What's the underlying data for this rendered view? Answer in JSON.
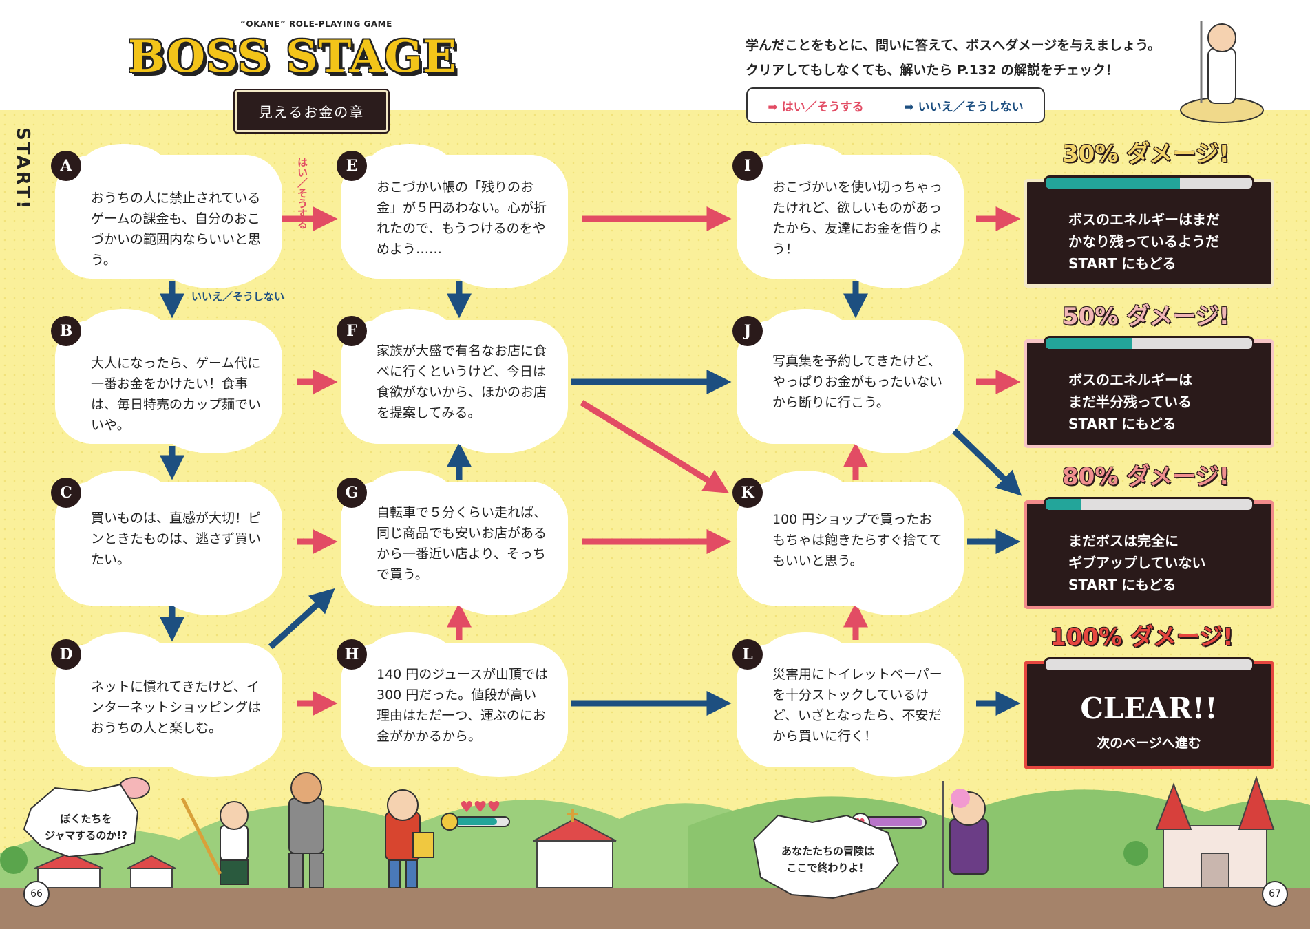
{
  "header": {
    "subtitle": "“OKANE” ROLE-PLAYING GAME",
    "title": "BOSS STAGE",
    "chapter": "見えるお金の章",
    "instructions": [
      "学んだことをもとに、問いに答えて、ボスへダメージを与えましょう。",
      "クリアしてもしなくても、解いたら P.132 の解説をチェック！"
    ],
    "legend_yes": "はい／そうする",
    "legend_no": "いいえ／そうしない",
    "start": "START!"
  },
  "labels": {
    "yes": "はい／そうする",
    "no": "いいえ／そうしない"
  },
  "nodes": {
    "A": {
      "letter": "A",
      "text": "おうちの人に禁止されているゲームの課金も、自分のおこづかいの範囲内ならいいと思う。"
    },
    "B": {
      "letter": "B",
      "text": "大人になったら、ゲーム代に一番お金をかけたい！食事は、毎日特売のカップ麺でいいや。"
    },
    "C": {
      "letter": "C",
      "text": "買いものは、直感が大切！ピンときたものは、逃さず買いたい。"
    },
    "D": {
      "letter": "D",
      "text": "ネットに慣れてきたけど、インターネットショッピングはおうちの人と楽しむ。"
    },
    "E": {
      "letter": "E",
      "text": "おこづかい帳の「残りのお金」が５円あわない。心が折れたので、もうつけるのをやめよう……"
    },
    "F": {
      "letter": "F",
      "text": "家族が大盛で有名なお店に食べに行くというけど、今日は食欲がないから、ほかのお店を提案してみる。"
    },
    "G": {
      "letter": "G",
      "text": "自転車で５分くらい走れば、同じ商品でも安いお店があるから一番近い店より、そっちで買う。"
    },
    "H": {
      "letter": "H",
      "text": "140 円のジュースが山頂では 300 円だった。値段が高い理由はただ一つ、運ぶのにお金がかかるから。"
    },
    "I": {
      "letter": "I",
      "text": "おこづかいを使い切っちゃったけれど、欲しいものがあったから、友達にお金を借りよう！"
    },
    "J": {
      "letter": "J",
      "text": "写真集を予約してきたけど、やっぱりお金がもったいないから断りに行こう。"
    },
    "K": {
      "letter": "K",
      "text": "100 円ショップで買ったおもちゃは飽きたらすぐ捨ててもいいと思う。"
    },
    "L": {
      "letter": "L",
      "text": "災害用にトイレットペーパーを十分ストックしているけど、いざとなったら、不安だから買いに行く！"
    }
  },
  "results": {
    "r30": {
      "title": "30% ダメージ!",
      "lines": [
        "ボスのエネルギーはまだ",
        "かなり残っているようだ",
        "START にもどる"
      ],
      "remaining": 0.65
    },
    "r50": {
      "title": "50% ダメージ!",
      "lines": [
        "ボスのエネルギーは",
        "まだ半分残っている",
        "START にもどる"
      ],
      "remaining": 0.42
    },
    "r80": {
      "title": "80% ダメージ!",
      "lines": [
        "まだボスは完全に",
        "ギブアップしていない",
        "START にもどる"
      ],
      "remaining": 0.17
    },
    "r100": {
      "title": "100% ダメージ!",
      "clear": "CLEAR!!",
      "sub": "次のページへ進む",
      "remaining": 0
    }
  },
  "speech": {
    "left": [
      "ぼくたちを",
      "ジャマするのか!?"
    ],
    "right": [
      "あなたたちの冒険は",
      "ここで終わりよ！"
    ]
  },
  "pages": {
    "left": "66",
    "right": "67"
  },
  "colors": {
    "yes": "#e24c64",
    "no": "#1d4f80",
    "yellow": "#faf09a",
    "dark": "#2a1a1a",
    "teal": "#23a59a"
  }
}
